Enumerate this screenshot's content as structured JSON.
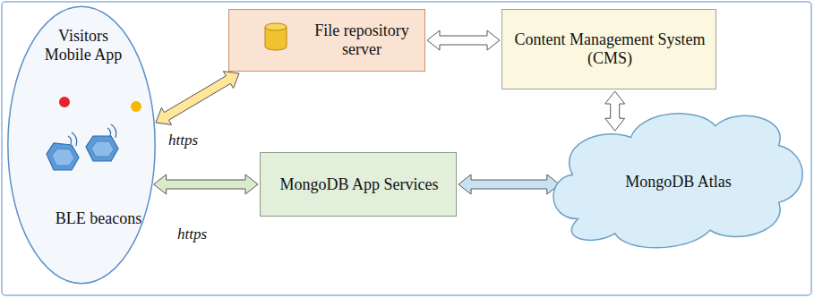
{
  "diagram": {
    "nodes": [
      {
        "text": [
          "Visitors Mobile App",
          "BLE beacons"
        ]
      },
      {
        "text": [
          "File repository server"
        ]
      },
      {
        "text": [
          "Content Management System (CMS)"
        ]
      },
      {
        "text": [
          "MongoDB App Services"
        ]
      },
      {
        "text": [
          "MongoDB Atlas"
        ]
      }
    ],
    "edges": [
      {
        "from": 0,
        "to": 1,
        "arrow": "both",
        "label": "https"
      },
      {
        "from": 1,
        "to": 2,
        "arrow": "both"
      },
      {
        "from": 2,
        "to": 4,
        "arrow": "both"
      },
      {
        "from": 0,
        "to": 3,
        "arrow": "both",
        "label": "https"
      },
      {
        "from": 3,
        "to": 4,
        "arrow": "both"
      }
    ]
  }
}
